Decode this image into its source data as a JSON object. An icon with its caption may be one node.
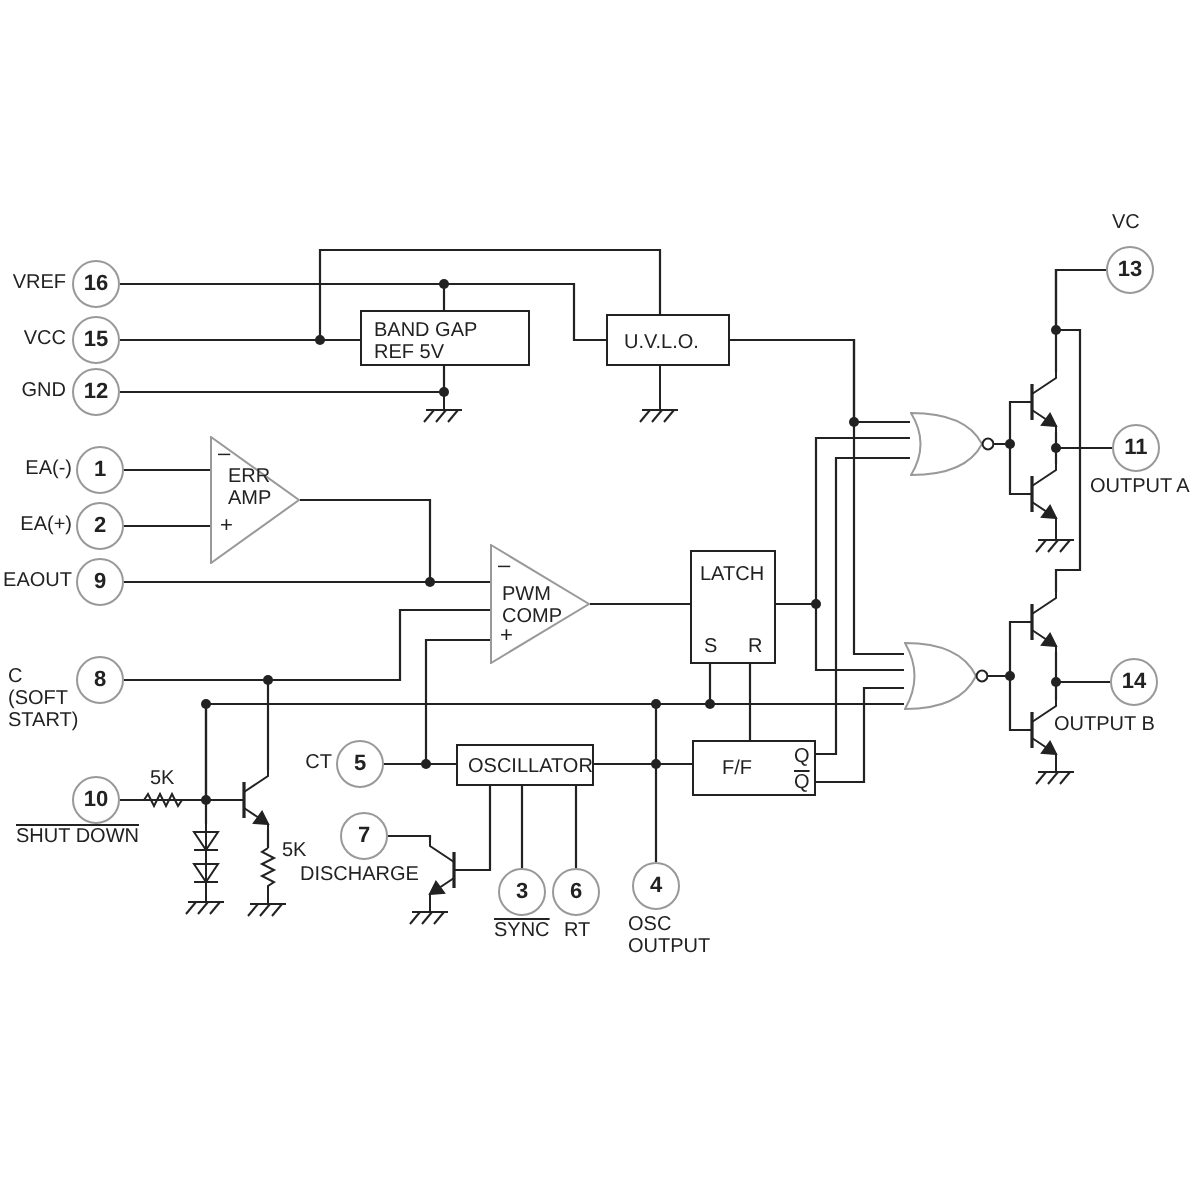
{
  "diagram": {
    "nodes": [
      {
        "text": [
          "16"
        ],
        "beside": [
          "VREF"
        ]
      },
      {
        "text": [
          "15"
        ],
        "beside": [
          "VCC"
        ]
      },
      {
        "text": [
          "12"
        ],
        "beside": [
          "GND"
        ]
      },
      {
        "text": [
          "1"
        ],
        "beside": [
          "EA(-)"
        ]
      },
      {
        "text": [
          "2"
        ],
        "beside": [
          "EA(+)"
        ]
      },
      {
        "text": [
          "9"
        ],
        "beside": [
          "EAOUT"
        ]
      },
      {
        "text": [
          "8"
        ],
        "beside": [
          "C (SOFT START)"
        ]
      },
      {
        "text": [
          "10"
        ],
        "beside": [
          "SHUT DOWN"
        ]
      },
      {
        "text": [
          "5"
        ],
        "beside": [
          "CT"
        ]
      },
      {
        "text": [
          "7"
        ],
        "beside": [
          "DISCHARGE"
        ]
      },
      {
        "text": [
          "3"
        ],
        "beside": [
          "SYNC"
        ]
      },
      {
        "text": [
          "6"
        ],
        "beside": [
          "RT"
        ]
      },
      {
        "text": [
          "4"
        ],
        "beside": [
          "OSC OUTPUT"
        ]
      },
      {
        "text": [
          "13"
        ],
        "beside": [
          "VC"
        ]
      },
      {
        "text": [
          "11"
        ],
        "beside": [
          "OUTPUT A"
        ]
      },
      {
        "text": [
          "14"
        ],
        "beside": [
          "OUTPUT B"
        ]
      },
      {
        "text": [
          "BAND GAP REF 5V"
        ]
      },
      {
        "text": [
          "U.V.L.O."
        ]
      },
      {
        "text": [
          "ERR AMP"
        ]
      },
      {
        "text": [
          "PWM COMP"
        ]
      },
      {
        "text": [
          "LATCH",
          "S",
          "R"
        ]
      },
      {
        "text": [
          "OSCILLATOR"
        ]
      },
      {
        "text": [
          "F/F",
          "Q",
          "Q"
        ]
      },
      {
        "text": [],
        "shape": "gate"
      },
      {
        "text": [],
        "shape": "gate"
      },
      {
        "text": [],
        "shape": "transistor"
      },
      {
        "text": [],
        "shape": "transistor"
      },
      {
        "text": [],
        "shape": "transistor"
      },
      {
        "text": [],
        "shape": "transistor"
      },
      {
        "text": [],
        "shape": "transistor"
      },
      {
        "text": [],
        "shape": "transistor"
      },
      {
        "text": [],
        "shape": "diode"
      },
      {
        "text": [],
        "shape": "resistor"
      }
    ],
    "edges": [
      {
        "from": 0,
        "to": 16,
        "arrow": "none"
      },
      {
        "from": 0,
        "to": 17,
        "arrow": "none"
      },
      {
        "from": 1,
        "to": 16,
        "arrow": "none"
      },
      {
        "from": 1,
        "to": 17,
        "arrow": "none"
      },
      {
        "from": 2,
        "to": 16,
        "arrow": "none"
      },
      {
        "from": 17,
        "to": 23,
        "arrow": "none"
      },
      {
        "from": 17,
        "to": 24,
        "arrow": "none"
      },
      {
        "from": 3,
        "to": 18,
        "arrow": "none"
      },
      {
        "from": 4,
        "to": 18,
        "arrow": "none"
      },
      {
        "from": 18,
        "to": 19,
        "arrow": "none"
      },
      {
        "from": 5,
        "to": 19,
        "arrow": "none"
      },
      {
        "from": 6,
        "to": 19,
        "arrow": "none"
      },
      {
        "from": 8,
        "to": 19,
        "arrow": "none"
      },
      {
        "from": 6,
        "to": 29,
        "arrow": "none"
      },
      {
        "from": 7,
        "to": 29,
        "arrow": "none"
      },
      {
        "from": 7,
        "to": 20,
        "arrow": "none"
      },
      {
        "from": 7,
        "to": 24,
        "arrow": "none"
      },
      {
        "from": 8,
        "to": 21,
        "arrow": "none"
      },
      {
        "from": 21,
        "to": 22,
        "arrow": "none"
      },
      {
        "from": 21,
        "to": 12,
        "arrow": "none"
      },
      {
        "from": 21,
        "to": 24,
        "arrow": "none"
      },
      {
        "from": 22,
        "to": 20,
        "arrow": "none"
      },
      {
        "from": 19,
        "to": 20,
        "arrow": "none"
      },
      {
        "from": 20,
        "to": 23,
        "arrow": "none"
      },
      {
        "from": 20,
        "to": 24,
        "arrow": "none"
      },
      {
        "from": 22,
        "to": 23,
        "arrow": "none"
      },
      {
        "from": 22,
        "to": 24,
        "arrow": "none"
      },
      {
        "from": 9,
        "to": 30,
        "arrow": "none"
      },
      {
        "from": 21,
        "to": 30,
        "arrow": "none"
      },
      {
        "from": 21,
        "to": 10,
        "arrow": "none"
      },
      {
        "from": 21,
        "to": 11,
        "arrow": "none"
      },
      {
        "from": 23,
        "to": 25,
        "arrow": "none"
      },
      {
        "from": 23,
        "to": 26,
        "arrow": "none"
      },
      {
        "from": 24,
        "to": 27,
        "arrow": "none"
      },
      {
        "from": 24,
        "to": 28,
        "arrow": "none"
      },
      {
        "from": 13,
        "to": 25,
        "arrow": "none"
      },
      {
        "from": 13,
        "to": 27,
        "arrow": "none"
      },
      {
        "from": 25,
        "to": 14,
        "arrow": "none"
      },
      {
        "from": 26,
        "to": 14,
        "arrow": "none"
      },
      {
        "from": 27,
        "to": 15,
        "arrow": "none"
      },
      {
        "from": 28,
        "to": 15,
        "arrow": "none"
      },
      {
        "from": 7,
        "to": 31,
        "arrow": "none"
      },
      {
        "from": 29,
        "to": 32,
        "arrow": "none"
      }
    ],
    "labels": [
      "–",
      "+",
      "–",
      "+",
      "5K",
      "5K"
    ]
  }
}
